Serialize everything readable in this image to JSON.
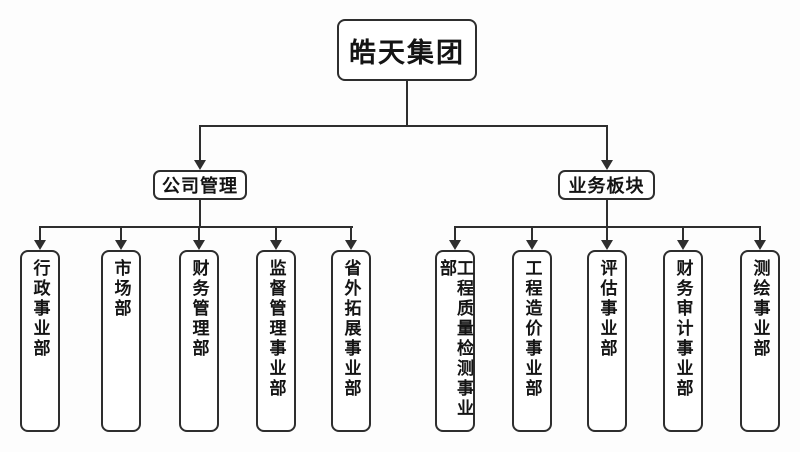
{
  "org": {
    "root": {
      "label": "皓天集团"
    },
    "branches": [
      {
        "label": "公司管理",
        "children": [
          "行政事业部",
          "市场部",
          "财务管理部",
          "监督管理事业部",
          "省外拓展事业部"
        ]
      },
      {
        "label": "业务板块",
        "children": [
          "工程质量检测事业部",
          "工程造价事业部",
          "评估事业部",
          "财务审计事业部",
          "测绘事业部"
        ]
      }
    ],
    "colors": {
      "line": "#2e2e2e",
      "box_border": "#2e2e2e",
      "box_fill": "#ffffff",
      "text": "#141414",
      "background": "#fdfdfd"
    }
  }
}
